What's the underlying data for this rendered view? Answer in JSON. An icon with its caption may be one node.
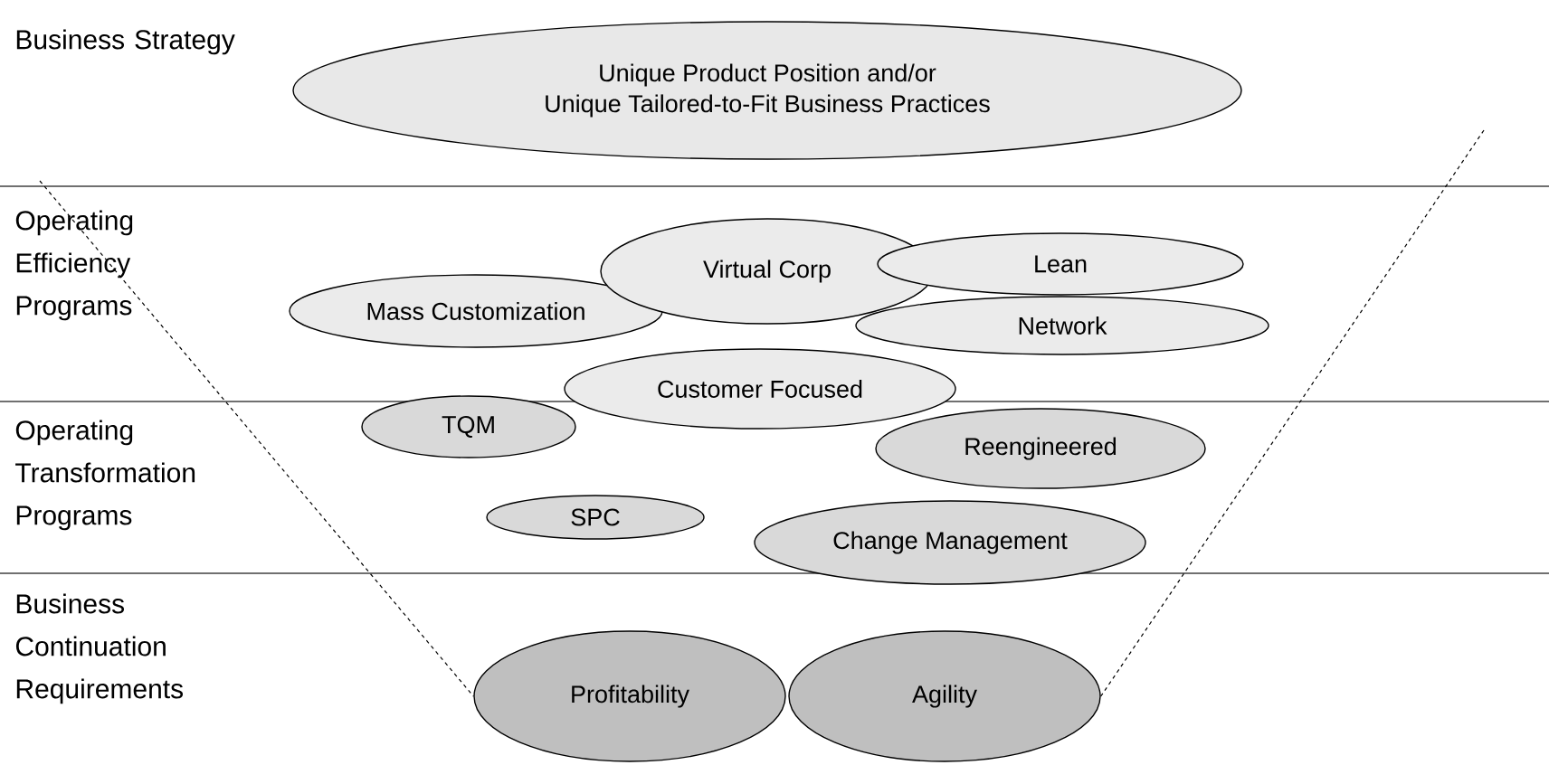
{
  "diagram": {
    "nodes": [
      {
        "text": [
          "Unique Product Position and/or Unique Tailored-to-Fit Business Practices"
        ]
      },
      {
        "text": [
          "Virtual Corp"
        ]
      },
      {
        "text": [
          "Lean"
        ]
      },
      {
        "text": [
          "Mass Customization"
        ]
      },
      {
        "text": [
          "Network"
        ]
      },
      {
        "text": [
          "Customer Focused"
        ]
      },
      {
        "text": [
          "TQM"
        ]
      },
      {
        "text": [
          "Reengineered"
        ]
      },
      {
        "text": [
          "SPC"
        ]
      },
      {
        "text": [
          "Change Management"
        ]
      },
      {
        "text": [
          "Profitability"
        ]
      },
      {
        "text": [
          "Agility"
        ]
      }
    ],
    "edges": [
      {
        "from": null,
        "to": 10,
        "arrow": "none",
        "style": "dashed"
      },
      {
        "from": null,
        "to": 11,
        "arrow": "none",
        "style": "dashed"
      }
    ],
    "labels": [
      "Business Strategy",
      "Operating Efficiency Programs",
      "Operating Transformation Programs",
      "Business Continuation Requirements"
    ]
  }
}
